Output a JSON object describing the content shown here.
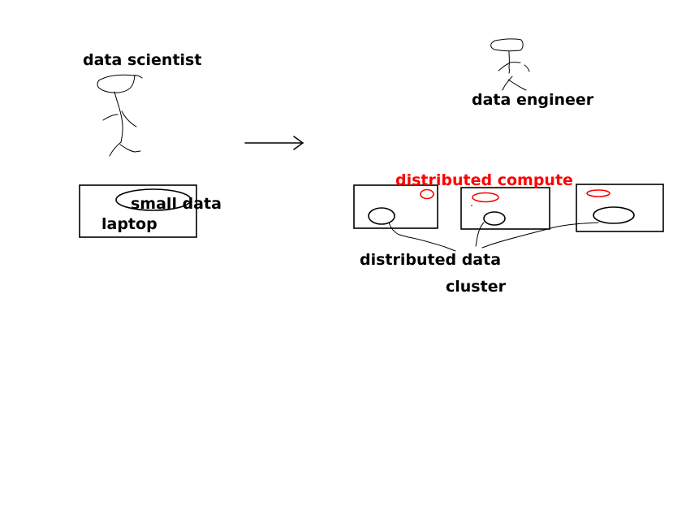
{
  "labels": {
    "data_scientist": "data scientist",
    "data_engineer": "data engineer",
    "small_data": "small data",
    "laptop": "laptop",
    "distributed_compute": "distributed compute",
    "distributed_data": "distributed data",
    "cluster": "cluster"
  },
  "colors": {
    "ink": "#000000",
    "compute": "#ff0000",
    "background": "#ffffff"
  }
}
